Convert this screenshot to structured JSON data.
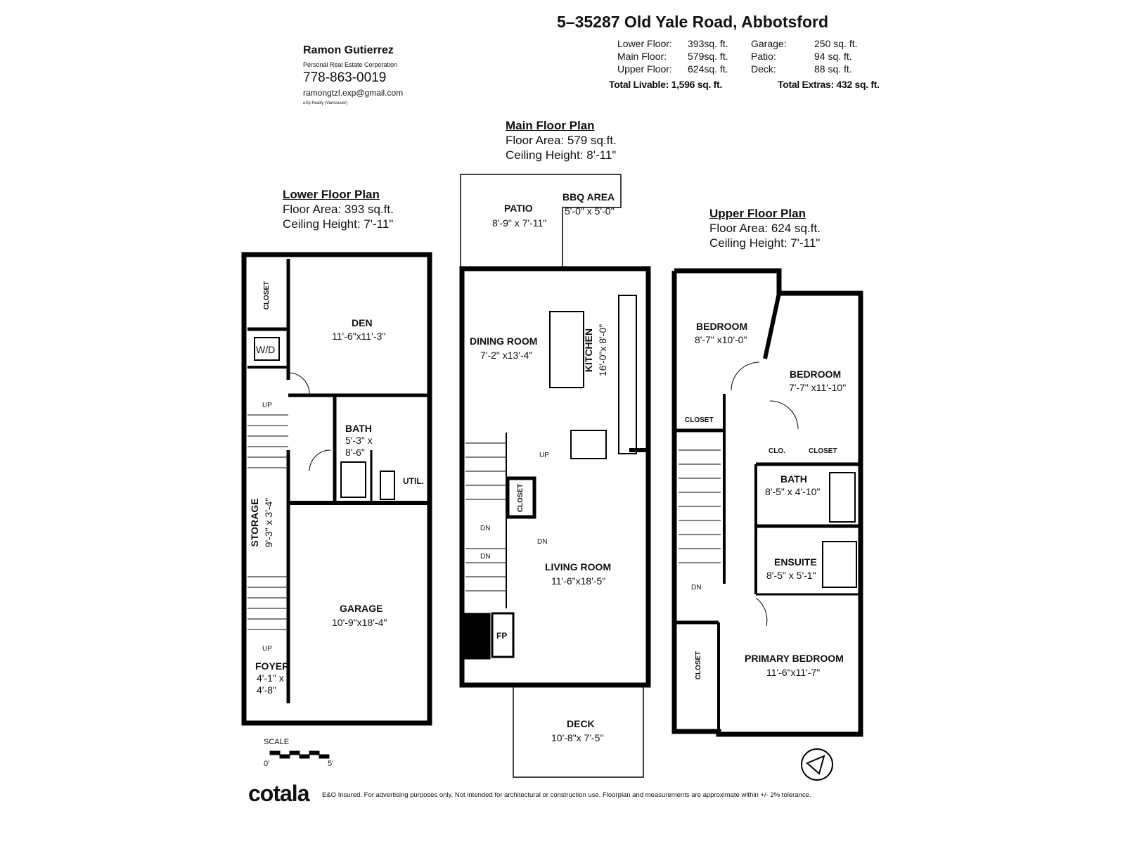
{
  "header": {
    "address": "5–35287 Old Yale Road, Abbotsford",
    "stats": [
      {
        "label": "Lower Floor:",
        "value": "393sq. ft."
      },
      {
        "label": "Main Floor:",
        "value": "579sq. ft."
      },
      {
        "label": "Upper Floor:",
        "value": "624sq. ft."
      }
    ],
    "extras": [
      {
        "label": "Garage:",
        "value": "250 sq. ft."
      },
      {
        "label": "Patio:",
        "value": "94 sq. ft."
      },
      {
        "label": "Deck:",
        "value": "88 sq. ft."
      }
    ],
    "total_livable_label": "Total Livable:",
    "total_livable": "1,596 sq. ft.",
    "total_extras_label": "Total Extras:",
    "total_extras": "432 sq. ft."
  },
  "agent": {
    "name": "Ramon Gutierrez",
    "title": "Personal Real Estate Corporation",
    "phone": "778-863-0019",
    "email": "ramongtzl.exp@gmail.com",
    "brokerage": "eXp Realty (Vancouver)"
  },
  "plans": {
    "lower": {
      "title": "Lower Floor Plan",
      "area": "Floor Area: 393 sq.ft.",
      "ceiling": "Ceiling Height: 7'-11\""
    },
    "main": {
      "title": "Main Floor Plan",
      "area": "Floor Area: 579 sq.ft.",
      "ceiling": "Ceiling Height: 8'-11\""
    },
    "upper": {
      "title": "Upper Floor Plan",
      "area": "Floor Area: 624 sq.ft.",
      "ceiling": "Ceiling Height: 7'-11\""
    }
  },
  "rooms": {
    "closet_lower": "CLOSET",
    "den": {
      "name": "DEN",
      "dim": "11'-6\"x11'-3\""
    },
    "wd": "W/D",
    "bath_lower": {
      "name": "BATH",
      "dim1": "5'-3\" x",
      "dim2": "8'-6\""
    },
    "util": "UTIL.",
    "storage": {
      "name": "STORAGE",
      "dim": "9'-3\" x 3'-4\""
    },
    "garage": {
      "name": "GARAGE",
      "dim": "10'-9\"x18'-4\""
    },
    "foyer": {
      "name": "FOYER",
      "dim1": "4'-1\" x",
      "dim2": "4'-8\""
    },
    "patio": {
      "name": "PATIO",
      "dim": "8'-9\" x 7'-11\""
    },
    "bbq": {
      "name": "BBQ AREA",
      "dim": "5'-0\" x 5'-0\""
    },
    "dining": {
      "name": "DINING ROOM",
      "dim": "7'-2\" x13'-4\""
    },
    "kitchen": {
      "name": "KITCHEN",
      "dim": "16'-0\"x 8'-0\""
    },
    "closet_main": "CLOSET",
    "living": {
      "name": "LIVING ROOM",
      "dim": "11'-6\"x18'-5\""
    },
    "fp": "FP",
    "deck": {
      "name": "DECK",
      "dim": "10'-8\"x 7'-5\""
    },
    "bedroom1": {
      "name": "BEDROOM",
      "dim": "8'-7\" x10'-0\""
    },
    "bedroom2": {
      "name": "BEDROOM",
      "dim": "7'-7\" x11'-10\""
    },
    "closet_u1": "CLOSET",
    "clo": "CLO.",
    "closet_u2": "CLOSET",
    "bath_upper": {
      "name": "BATH",
      "dim": "8'-5\" x 4'-10\""
    },
    "ensuite": {
      "name": "ENSUITE",
      "dim": "8'-5\" x 5'-1\""
    },
    "closet_u3": "CLOSET",
    "primary": {
      "name": "PRIMARY BEDROOM",
      "dim": "11'-6\"x11'-7\""
    }
  },
  "stairs": {
    "up": "UP",
    "dn": "DN"
  },
  "scale": {
    "label": "SCALE",
    "start": "0'",
    "end": "5'"
  },
  "footer": {
    "logo": "cotala",
    "disclaimer": "E&O Insured. For advertising purposes only. Not intended for architectural or construction use. Floorplan and measurements are approximate within +/- 2% tolerance."
  }
}
